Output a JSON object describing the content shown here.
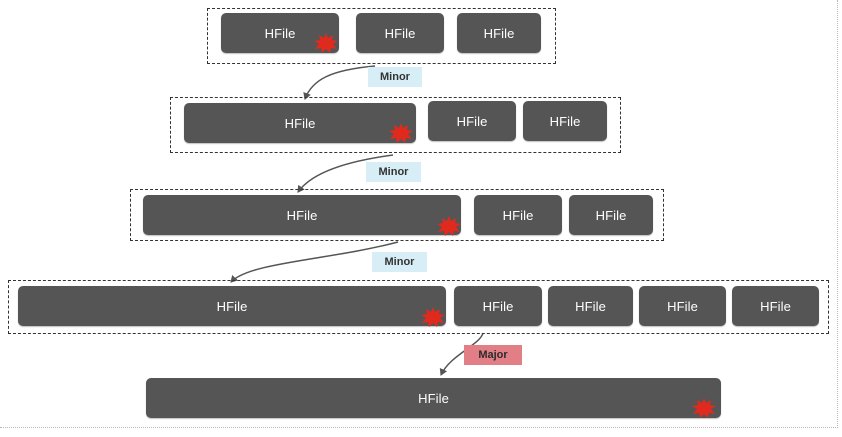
{
  "diagram": {
    "file_label": "HFile",
    "merge_labels": {
      "minor_1": "Minor",
      "minor_2": "Minor",
      "minor_3": "Minor",
      "major": "Major"
    },
    "colors": {
      "file_fill": "#555555",
      "file_text": "#ffffff",
      "minor_tag": "#d7eef6",
      "major_tag": "#e27f86",
      "marker": "#e02a1e",
      "dashed_border": "#333333"
    },
    "levels": [
      {
        "files": 3,
        "merged_file_marked": true
      },
      {
        "files": 3,
        "merged_file_marked": true
      },
      {
        "files": 3,
        "merged_file_marked": true
      },
      {
        "files": 5,
        "merged_file_marked": true
      },
      {
        "files": 1,
        "merged_file_marked": true
      }
    ]
  }
}
